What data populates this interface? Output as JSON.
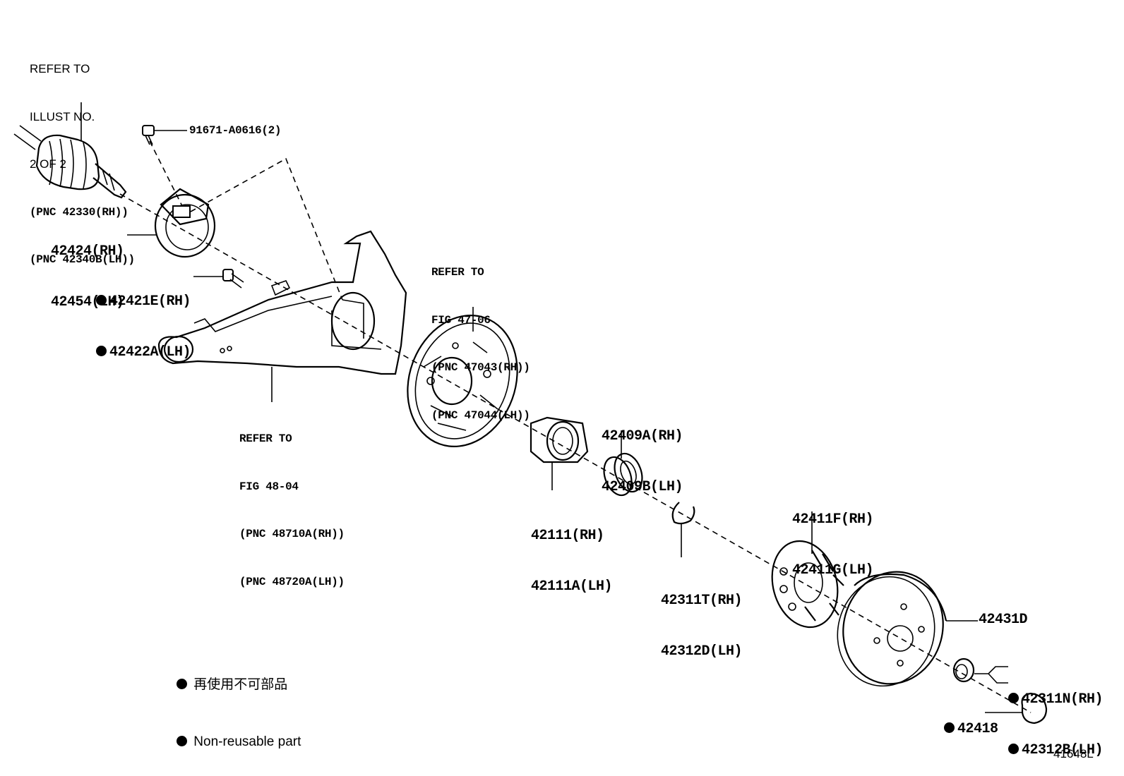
{
  "diagram_id": "41648L",
  "callouts": {
    "driveshaft_ref": [
      "REFER TO",
      "ILLUST NO.",
      "2 OF 2",
      "(PNC 42330(RH))",
      "(PNC 42340B(LH))"
    ],
    "bolt": "91671-A0616(2)",
    "cover": [
      "42424(RH)",
      "42454(LH)"
    ],
    "bolt_nonreuse": [
      "42421E(RH)",
      "42422A(LH)"
    ],
    "backing_plate_ref": [
      "REFER TO",
      "FIG 47-06",
      "(PNC 47043(RH))",
      "(PNC 47044(LH))"
    ],
    "arm_ref": [
      "REFER TO",
      "FIG 48-04",
      "(PNC 48710A(RH))",
      "(PNC 48720A(LH))"
    ],
    "bearing": [
      "42409A(RH)",
      "42409B(LH)"
    ],
    "carrier": [
      "42111(RH)",
      "42111A(LH)"
    ],
    "snap_ring": [
      "42311T(RH)",
      "42312D(LH)"
    ],
    "hub": [
      "42411F(RH)",
      "42411G(LH)"
    ],
    "drum": "42431D",
    "nut": [
      "42311N(RH)",
      "42312B(LH)"
    ],
    "cap": "42418"
  },
  "legend": {
    "jp": "再使用不可部品",
    "en": "Non-reusable part"
  },
  "colors": {
    "ink": "#000000",
    "paper": "#ffffff"
  }
}
